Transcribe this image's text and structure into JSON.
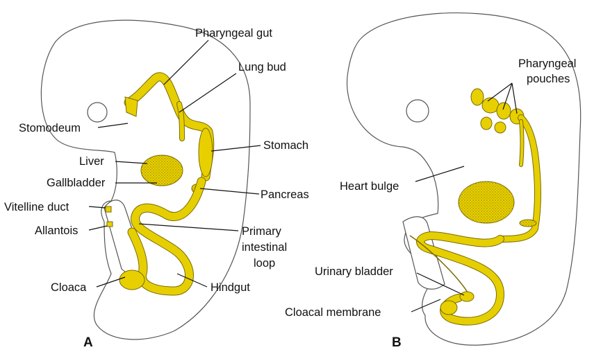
{
  "colors": {
    "gut": "#e6cf00",
    "outline": "#555555",
    "text": "#111111"
  },
  "panel_a": {
    "letter": "A",
    "labels": {
      "pharyngeal_gut": "Pharyngeal gut",
      "lung_bud": "Lung bud",
      "stomodeum": "Stomodeum",
      "stomach": "Stomach",
      "liver": "Liver",
      "gallbladder": "Gallbladder",
      "pancreas": "Pancreas",
      "vitelline_duct": "Vitelline duct",
      "allantois": "Allantois",
      "primary_intestinal_loop_1": "Primary",
      "primary_intestinal_loop_2": "intestinal",
      "primary_intestinal_loop_3": "loop",
      "cloaca": "Cloaca",
      "hindgut": "Hindgut"
    }
  },
  "panel_b": {
    "letter": "B",
    "labels": {
      "pharyngeal_pouches_1": "Pharyngeal",
      "pharyngeal_pouches_2": "pouches",
      "heart_bulge": "Heart bulge",
      "urinary_bladder": "Urinary bladder",
      "cloacal_membrane": "Cloacal membrane"
    }
  }
}
